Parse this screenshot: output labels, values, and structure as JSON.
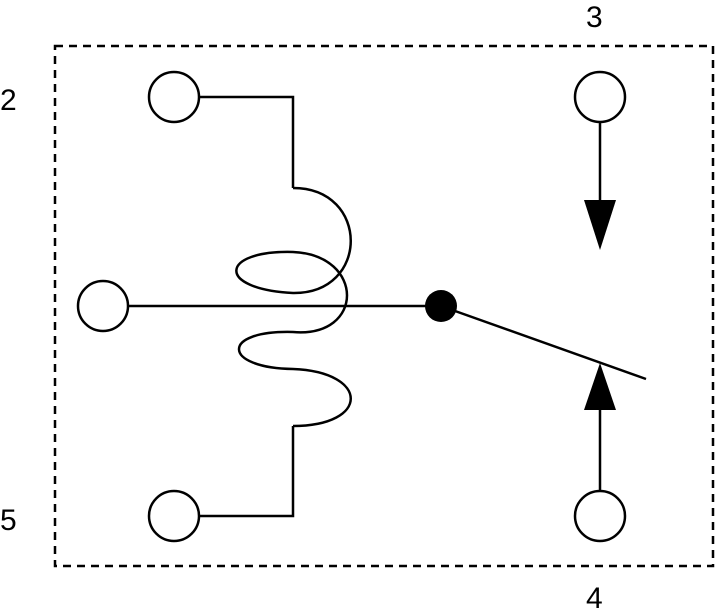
{
  "diagram": {
    "pin_labels": {
      "pin_2": "2",
      "pin_3": "3",
      "pin_4": "4",
      "pin_5": "5"
    },
    "colors": {
      "stroke": "#000000",
      "background": "#ffffff"
    }
  }
}
